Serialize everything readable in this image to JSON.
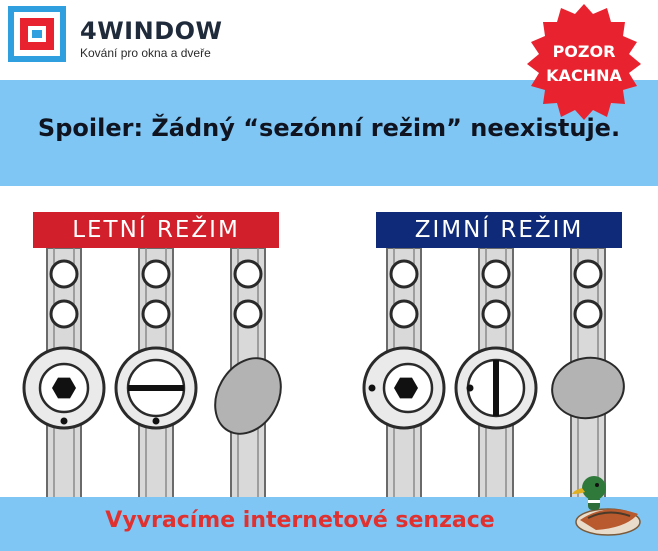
{
  "brand": {
    "name": "4WINDOW",
    "tagline": "Kování pro okna a dveře"
  },
  "badge": {
    "line1": "POZOR",
    "line2": "KACHNA",
    "color": "#e8232f"
  },
  "headline": "Spoiler: Žádný “sezónní režim” neexistuje.",
  "panels": {
    "summer": {
      "label": "LETNÍ REŽIM",
      "color": "#d11f2b"
    },
    "winter": {
      "label": "ZIMNÍ REŽIM",
      "color": "#0f2a78"
    }
  },
  "footer": {
    "text": "Vyvracíme internetové senzace"
  },
  "colors": {
    "banner": "#7fc6f4",
    "footer_text": "#e03131",
    "logo": "#e8232f",
    "logo_accent": "#2f9fe0"
  },
  "icons": [
    "4window-logo-icon",
    "pozor-kachna-badge",
    "duck-icon",
    "hexagon-icon",
    "window-rail"
  ]
}
